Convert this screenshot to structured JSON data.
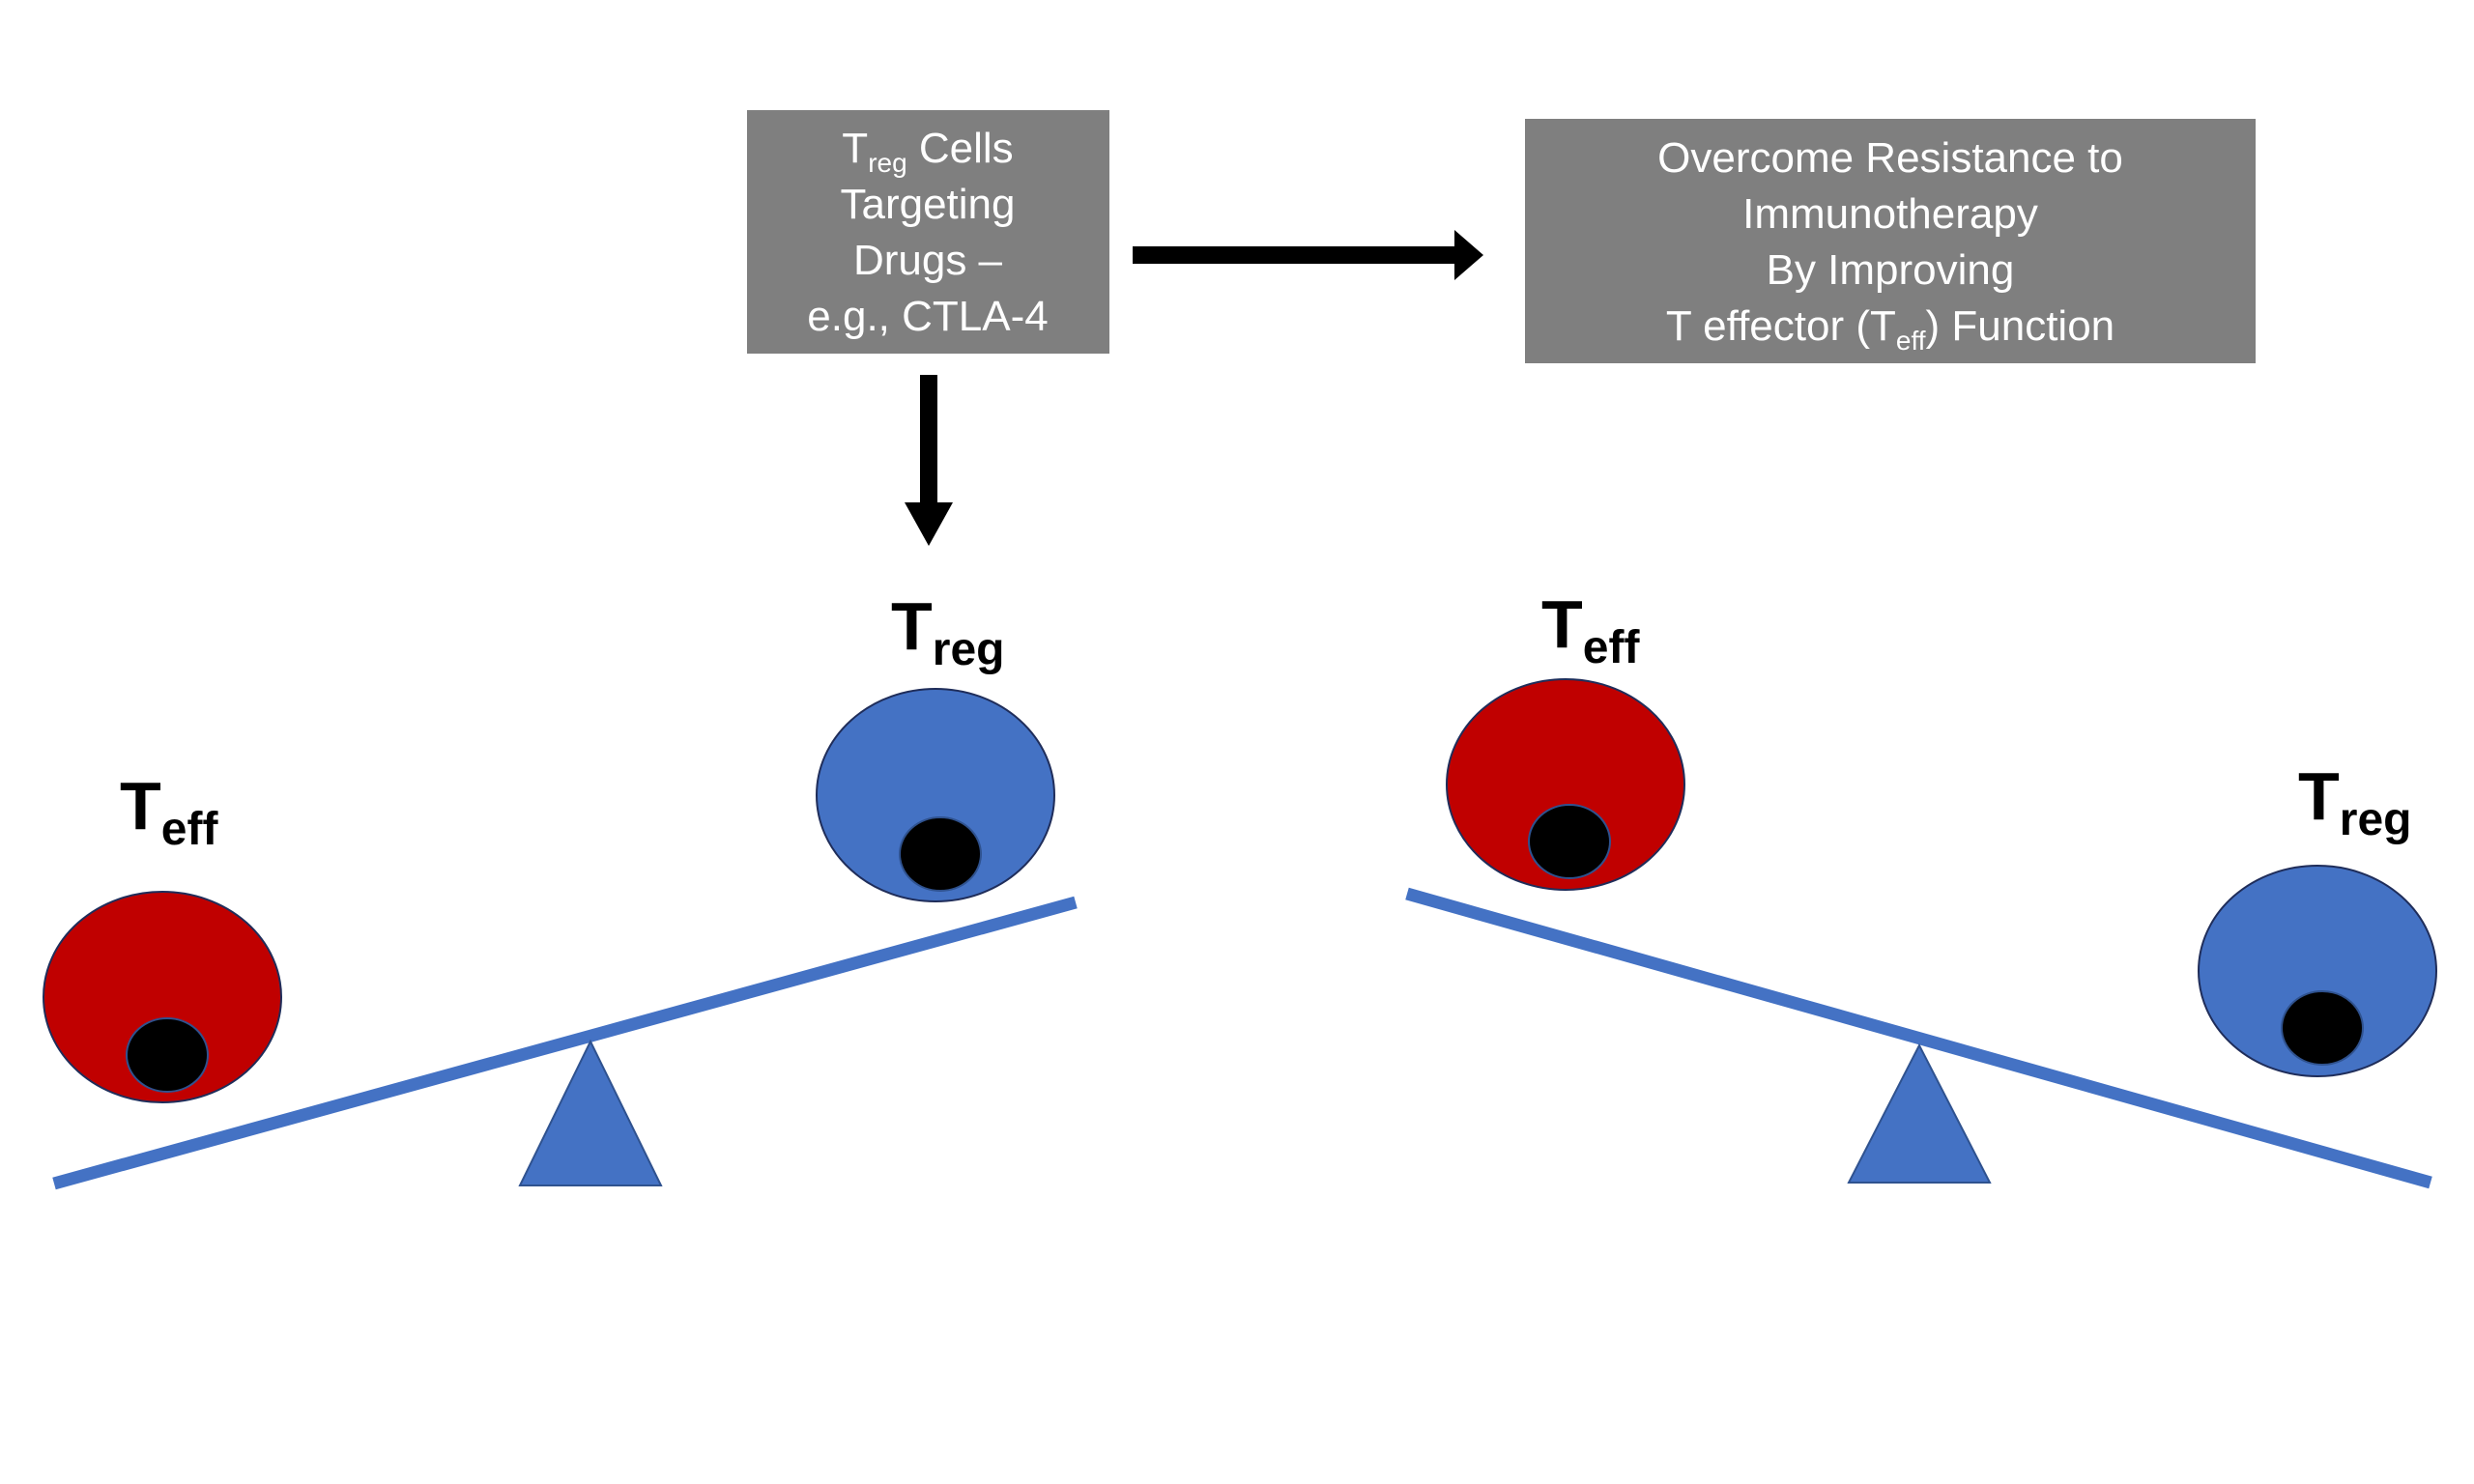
{
  "drug_box": {
    "line1_main": "T",
    "line1_sub": "reg",
    "line1_rest": " Cells",
    "line2": "Targeting",
    "line3": "Drugs –",
    "line4": "e.g., CTLA-4"
  },
  "outcome_box": {
    "line1": "Overcome Resistance to",
    "line2": "Immunotherapy",
    "line3": "By Improving",
    "line4_pre": "T effector (T",
    "line4_sub": "eff",
    "line4_post": ") Function"
  },
  "left_scale": {
    "teff_label": "T",
    "teff_sub": "eff",
    "treg_label": "T",
    "treg_sub": "reg"
  },
  "right_scale": {
    "teff_label": "T",
    "teff_sub": "eff",
    "treg_label": "T",
    "treg_sub": "reg"
  },
  "colors": {
    "box_fill": "#7f7f7f",
    "teff_cell": "#c00000",
    "treg_cell": "#4472c4",
    "beam": "#4472c4",
    "nucleus": "#000000",
    "arrow": "#000000"
  }
}
